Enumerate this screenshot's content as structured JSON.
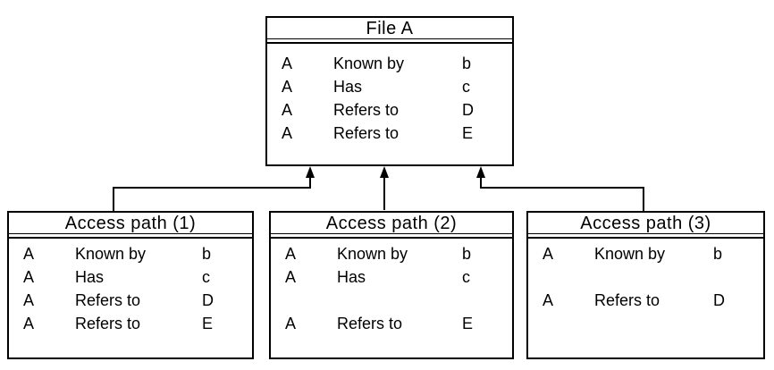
{
  "diagram": {
    "background_color": "#ffffff",
    "line_color": "#000000",
    "text_color": "#000000",
    "file_box": {
      "title": "File A",
      "rows": [
        {
          "subject": "A",
          "relation": "Known by",
          "object": "b"
        },
        {
          "subject": "A",
          "relation": "Has",
          "object": "c"
        },
        {
          "subject": "A",
          "relation": "Refers to",
          "object": "D"
        },
        {
          "subject": "A",
          "relation": "Refers to",
          "object": "E"
        }
      ]
    },
    "access_paths": [
      {
        "title": "Access path (1)",
        "rows": [
          {
            "subject": "A",
            "relation": "Known by",
            "object": "b"
          },
          {
            "subject": "A",
            "relation": "Has",
            "object": "c"
          },
          {
            "subject": "A",
            "relation": "Refers to",
            "object": "D"
          },
          {
            "subject": "A",
            "relation": "Refers to",
            "object": "E"
          }
        ]
      },
      {
        "title": "Access path (2)",
        "rows": [
          {
            "subject": "A",
            "relation": "Known by",
            "object": "b"
          },
          {
            "subject": "A",
            "relation": "Has",
            "object": "c"
          },
          {
            "subject": "",
            "relation": "",
            "object": ""
          },
          {
            "subject": "A",
            "relation": "Refers to",
            "object": "E"
          }
        ]
      },
      {
        "title": "Access path (3)",
        "rows": [
          {
            "subject": "A",
            "relation": "Known by",
            "object": "b"
          },
          {
            "subject": "",
            "relation": "",
            "object": ""
          },
          {
            "subject": "A",
            "relation": "Refers to",
            "object": "D"
          },
          {
            "subject": "",
            "relation": "",
            "object": ""
          }
        ]
      }
    ],
    "connectors": [
      {
        "from": "Access path (1)",
        "to": "File A"
      },
      {
        "from": "Access path (2)",
        "to": "File A"
      },
      {
        "from": "Access path (3)",
        "to": "File A"
      }
    ]
  }
}
